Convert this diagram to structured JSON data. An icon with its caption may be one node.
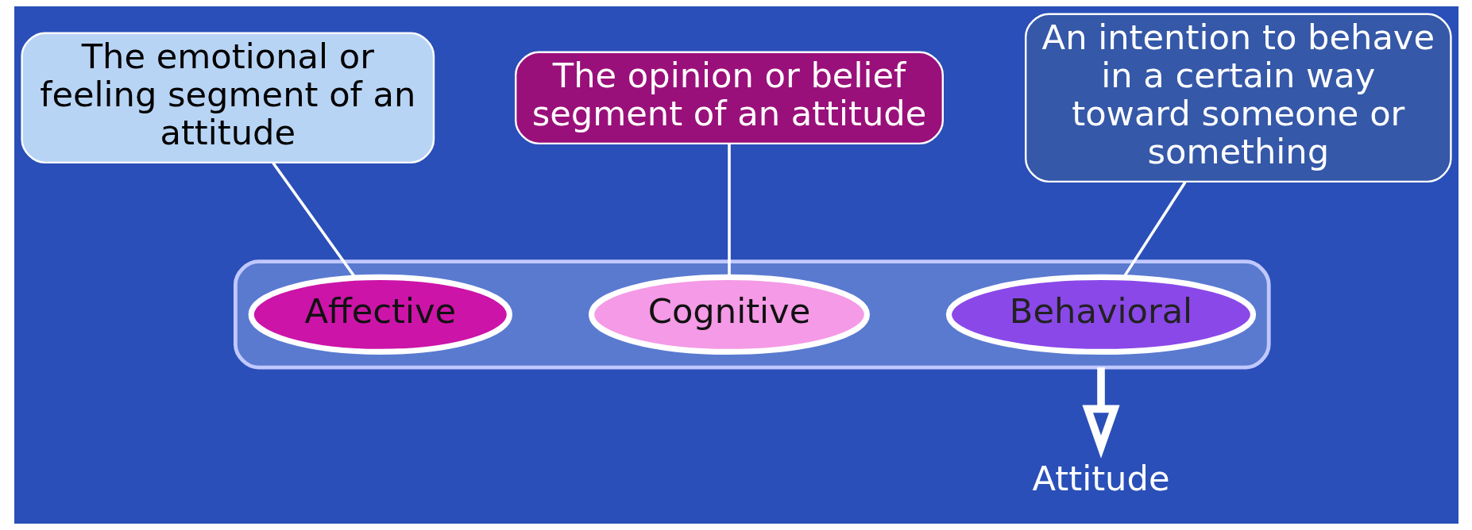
{
  "diagram": {
    "nodes": [
      {
        "text": [],
        "shape": "funnel"
      },
      {
        "text": [
          "Affective"
        ],
        "in": 0
      },
      {
        "text": [
          "Cognitive"
        ],
        "in": 0
      },
      {
        "text": [
          "Behavioral"
        ],
        "in": 0
      },
      {
        "text": [
          "The emotional or feeling segment of an attitude"
        ]
      },
      {
        "text": [
          "The opinion or belief segment of an attitude"
        ]
      },
      {
        "text": [
          "An intention to behave in a certain way toward someone or something"
        ]
      },
      {
        "text": [
          "Attitude"
        ]
      }
    ],
    "edges": [
      {
        "from": 4,
        "to": 1,
        "arrow": "none"
      },
      {
        "from": 5,
        "to": 2,
        "arrow": "none"
      },
      {
        "from": 6,
        "to": 3,
        "arrow": "none"
      },
      {
        "from": 0,
        "to": 7,
        "arrow": "to",
        "style": "thick"
      }
    ]
  }
}
